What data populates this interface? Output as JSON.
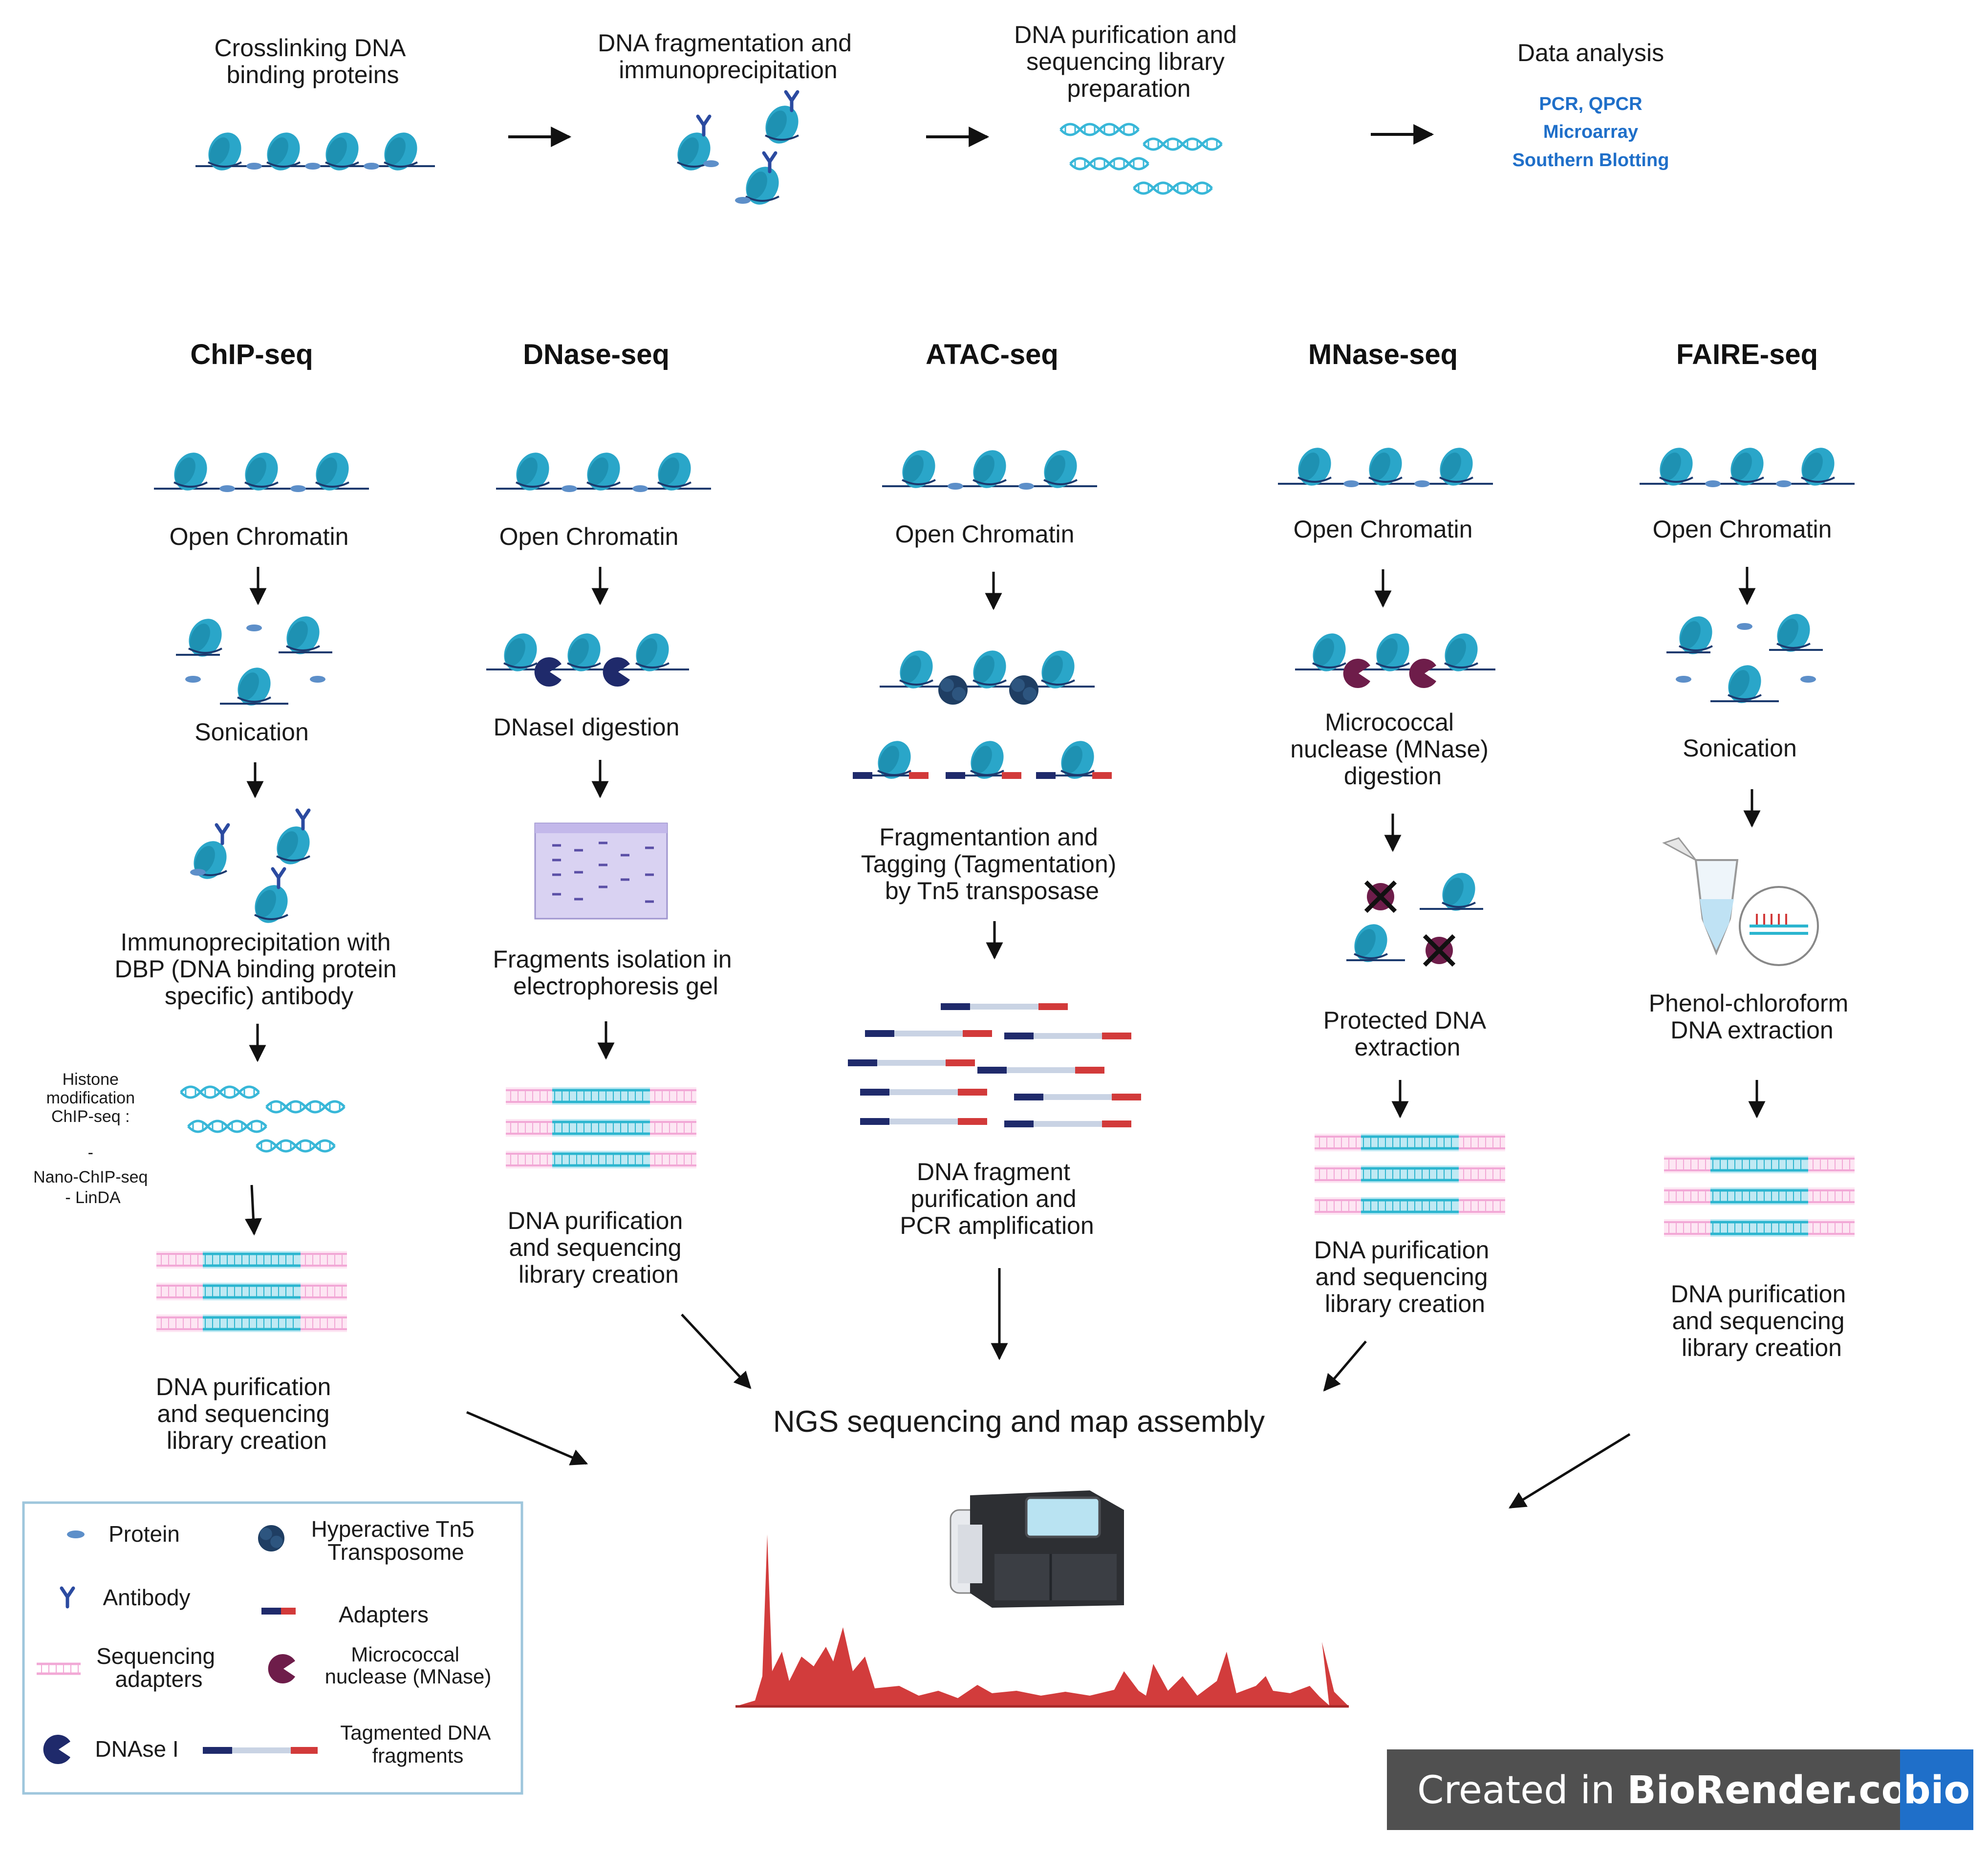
{
  "workflow": {
    "steps": [
      {
        "lines": [
          "Crosslinking DNA",
          "binding proteins"
        ]
      },
      {
        "lines": [
          "DNA fragmentation and",
          "immunoprecipitation"
        ]
      },
      {
        "lines": [
          "DNA purification and",
          "sequencing library",
          "preparation"
        ]
      },
      {
        "lines": [
          "Data analysis"
        ]
      }
    ],
    "analysis_methods": [
      "PCR, QPCR",
      "Microarray",
      "Southern Blotting"
    ]
  },
  "methods": [
    {
      "name": "ChIP-seq",
      "steps": [
        {
          "lines": [
            "Open Chromatin"
          ]
        },
        {
          "lines": [
            "Sonication"
          ]
        },
        {
          "lines": [
            "Immunoprecipitation with",
            "DBP (DNA binding protein",
            "specific) antibody"
          ]
        },
        {
          "lines": [
            "DNA purification",
            "and sequencing",
            "library creation"
          ]
        }
      ],
      "side_note": [
        "Histone",
        "modification",
        "ChIP-seq :",
        "-",
        "Nano-ChIP-seq",
        "- LinDA"
      ]
    },
    {
      "name": "DNase-seq",
      "steps": [
        {
          "lines": [
            "Open Chromatin"
          ]
        },
        {
          "lines": [
            "DNaseI  digestion"
          ]
        },
        {
          "lines": [
            "Fragments isolation in",
            "electrophoresis gel"
          ]
        },
        {
          "lines": [
            "DNA purification",
            "and sequencing",
            "library creation"
          ]
        }
      ]
    },
    {
      "name": "ATAC-seq",
      "steps": [
        {
          "lines": [
            "Open Chromatin"
          ]
        },
        {
          "lines": [
            "Fragmentantion  and",
            "Tagging (Tagmentation)",
            "by Tn5 transposase"
          ]
        },
        {
          "lines": [
            "DNA fragment",
            "purification and",
            "PCR amplification"
          ]
        }
      ]
    },
    {
      "name": "MNase-seq",
      "steps": [
        {
          "lines": [
            "Open Chromatin"
          ]
        },
        {
          "lines": [
            "Micrococcal",
            "nuclease (MNase)",
            "digestion"
          ]
        },
        {
          "lines": [
            "Protected DNA",
            "extraction"
          ]
        },
        {
          "lines": [
            "DNA purification",
            "and sequencing",
            "library creation"
          ]
        }
      ]
    },
    {
      "name": "FAIRE-seq",
      "steps": [
        {
          "lines": [
            "Open Chromatin"
          ]
        },
        {
          "lines": [
            "Sonication"
          ]
        },
        {
          "lines": [
            "Phenol-chloroform",
            "DNA extraction"
          ]
        },
        {
          "lines": [
            "DNA purification",
            "and sequencing",
            "library creation"
          ]
        }
      ]
    }
  ],
  "convergence": {
    "label": "NGS sequencing and map assembly"
  },
  "legend": {
    "items": [
      {
        "icon": "protein-icon",
        "lines": [
          "Protein"
        ]
      },
      {
        "icon": "tn5-transposome-icon",
        "lines": [
          "Hyperactive Tn5",
          "Transposome"
        ]
      },
      {
        "icon": "antibody-icon",
        "lines": [
          "Antibody"
        ]
      },
      {
        "icon": "adapters-icon",
        "lines": [
          "Adapters"
        ]
      },
      {
        "icon": "sequencing-adapters-icon",
        "lines": [
          "Sequencing",
          "adapters"
        ]
      },
      {
        "icon": "mnase-icon",
        "lines": [
          "Micrococcal",
          "nuclease (MNase)"
        ]
      },
      {
        "icon": "dnase-icon",
        "lines": [
          "DNAse I"
        ]
      },
      {
        "icon": "tagmented-fragment-icon",
        "lines": [
          "Tagmented  DNA",
          "fragments"
        ]
      }
    ]
  },
  "watermark": {
    "prefix": "Created in ",
    "brand": "BioRender.com",
    "logo": "bio"
  },
  "colors": {
    "nucleosome": "#2aa6c9",
    "nucleosome_dark": "#14809f",
    "protein": "#5d8fc9",
    "antibody": "#2b4aa0",
    "dna_helix": "#38b7d8",
    "adapter_blue": "#1f2a6b",
    "adapter_red": "#d23a3a",
    "fragment_gray": "#c9d3e4",
    "seq_pink": "#f2a8d6",
    "seq_teal": "#2bb5cf",
    "mnase": "#6e1d4a",
    "dnase": "#1f2a6b",
    "gel": "#d9d2f2",
    "peaks": "#d23c3c",
    "analysis_blue": "#1f6fc9",
    "watermark_bg": "#505050",
    "logo_bg": "#1f6fc9"
  }
}
